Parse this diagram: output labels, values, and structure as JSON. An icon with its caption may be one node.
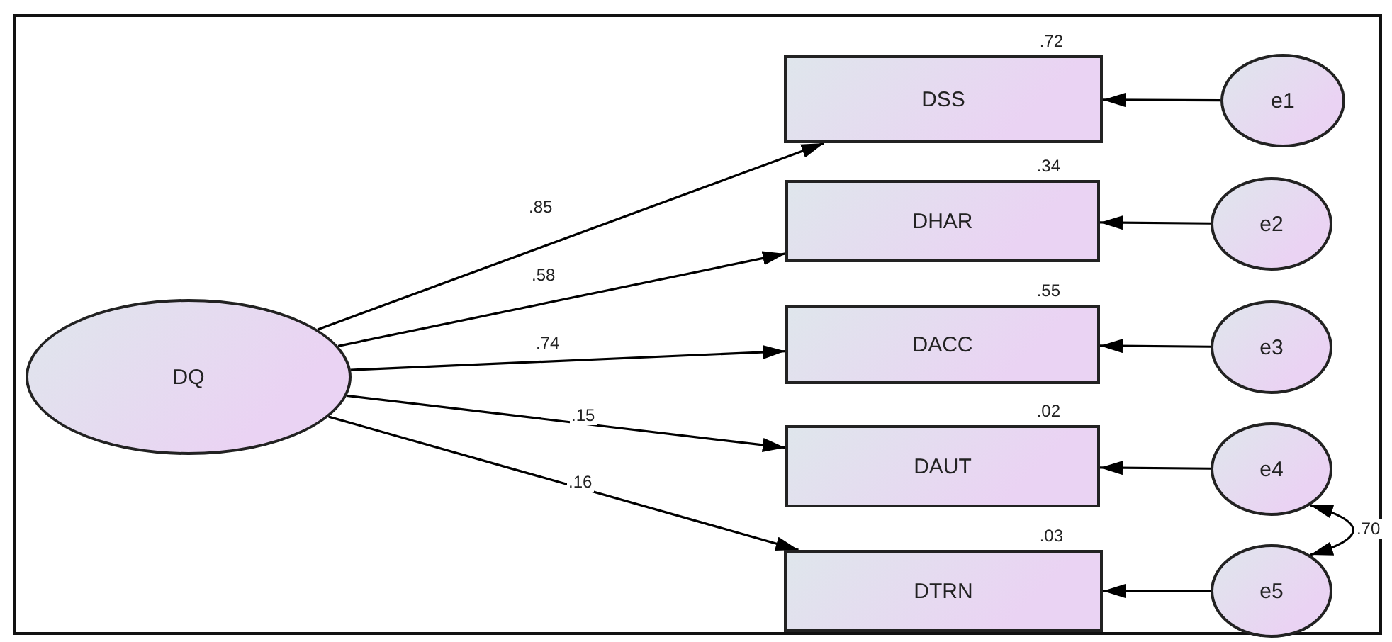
{
  "diagram": {
    "nodes": [
      {
        "text": [
          "DQ"
        ]
      },
      {
        "text": [
          "DSS"
        ],
        "beside": [
          ".72"
        ]
      },
      {
        "text": [
          "DHAR"
        ],
        "beside": [
          ".34"
        ]
      },
      {
        "text": [
          "DACC"
        ],
        "beside": [
          ".55"
        ]
      },
      {
        "text": [
          "DAUT"
        ],
        "beside": [
          ".02"
        ]
      },
      {
        "text": [
          "DTRN"
        ],
        "beside": [
          ".03"
        ]
      },
      {
        "text": [
          "e1"
        ]
      },
      {
        "text": [
          "e2"
        ]
      },
      {
        "text": [
          "e3"
        ]
      },
      {
        "text": [
          "e4"
        ]
      },
      {
        "text": [
          "e5"
        ]
      }
    ],
    "edges": [
      {
        "from": 0,
        "to": 1,
        "arrow": "to",
        "label": ".85"
      },
      {
        "from": 0,
        "to": 2,
        "arrow": "to",
        "label": ".58"
      },
      {
        "from": 0,
        "to": 3,
        "arrow": "to",
        "label": ".74"
      },
      {
        "from": 0,
        "to": 4,
        "arrow": "to",
        "label": ".15"
      },
      {
        "from": 0,
        "to": 5,
        "arrow": "to",
        "label": ".16"
      },
      {
        "from": 6,
        "to": 1,
        "arrow": "to"
      },
      {
        "from": 7,
        "to": 2,
        "arrow": "to"
      },
      {
        "from": 8,
        "to": 3,
        "arrow": "to"
      },
      {
        "from": 9,
        "to": 4,
        "arrow": "to"
      },
      {
        "from": 10,
        "to": 5,
        "arrow": "to"
      },
      {
        "from": 9,
        "to": 10,
        "arrow": "both",
        "label": ".70"
      }
    ]
  }
}
